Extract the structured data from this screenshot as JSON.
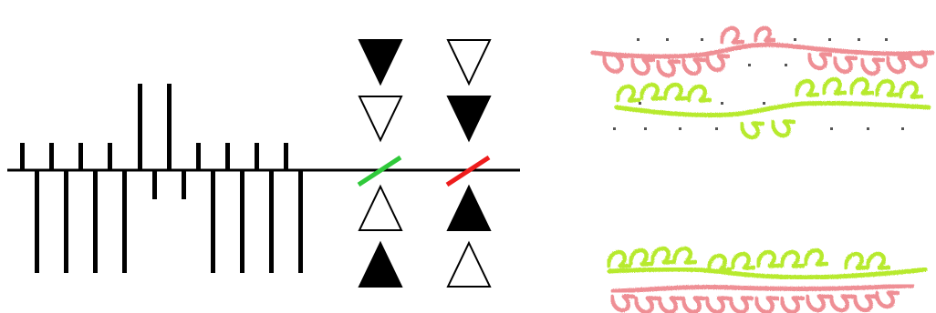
{
  "figure": {
    "panels": [
      "pattern-diagram",
      "symbol-columns",
      "strand-sketches"
    ]
  },
  "pattern": {
    "pairs": [
      {
        "up": "short",
        "down": "long"
      },
      {
        "up": "short",
        "down": "long"
      },
      {
        "up": "short",
        "down": "long"
      },
      {
        "up": "short",
        "down": "long"
      },
      {
        "up": "long",
        "down": "short"
      },
      {
        "up": "long",
        "down": "short"
      },
      {
        "up": "short",
        "down": "long"
      },
      {
        "up": "short",
        "down": "long"
      },
      {
        "up": "short",
        "down": "long"
      },
      {
        "up": "short",
        "down": "long"
      }
    ]
  },
  "symbols": {
    "columns": [
      {
        "name": "left",
        "stack": [
          "down-filled",
          "down-outline",
          "up-outline",
          "up-filled"
        ],
        "slash_color": "#2fc93a"
      },
      {
        "name": "right",
        "stack": [
          "down-outline",
          "down-filled",
          "up-filled",
          "up-outline"
        ],
        "slash_color": "#ee1c1c"
      }
    ]
  },
  "strands": {
    "colors": {
      "pink": "#ef8f95",
      "green": "#b7ea2e",
      "dots": "#555555"
    }
  }
}
